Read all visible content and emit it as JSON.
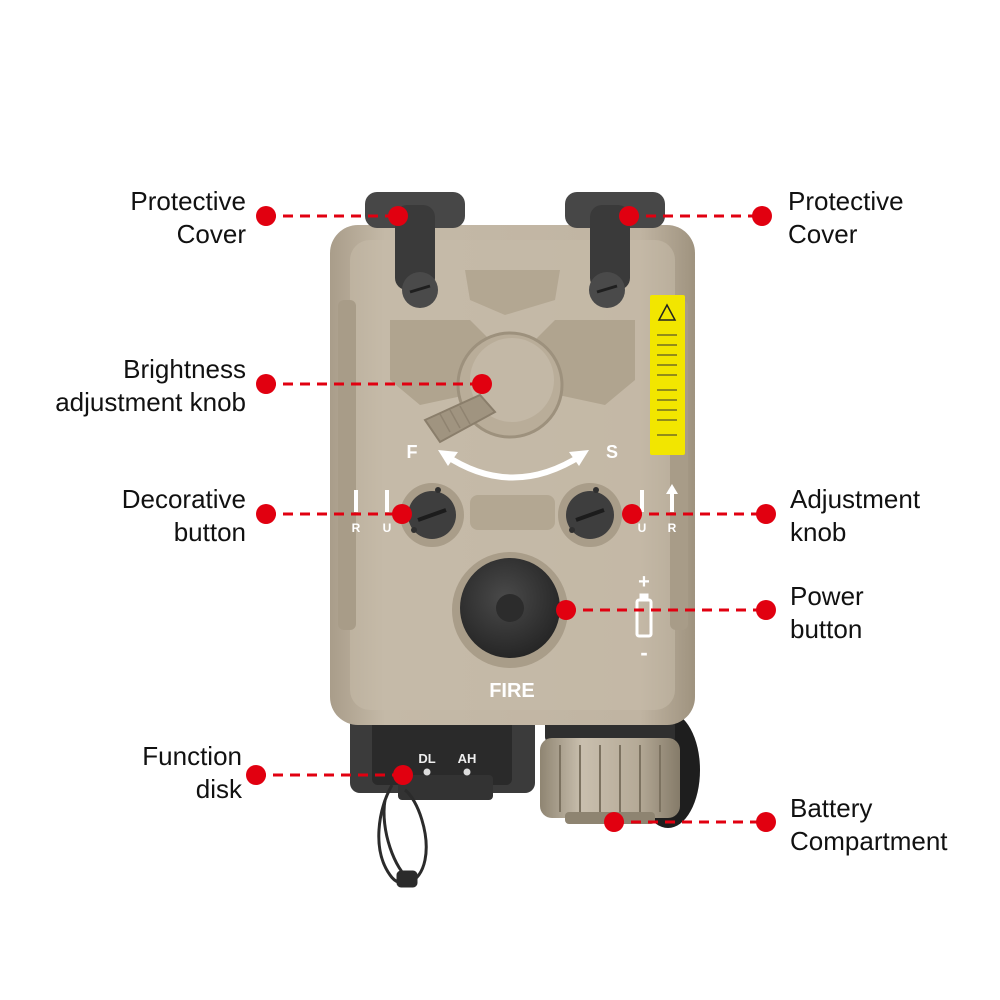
{
  "colors": {
    "accent": "#e10010",
    "device_body": "#bdb19f",
    "device_dark": "#3a3a3a",
    "background": "#ffffff"
  },
  "device": {
    "engravings": {
      "f_label": "F",
      "s_label": "S",
      "fire_label": "FIRE",
      "dl_label": "DL",
      "ah_label": "AH",
      "r_label": "R",
      "u_label": "U",
      "plus_label": "+",
      "minus_label": "-"
    },
    "icons": [
      "laser-warning-label-icon",
      "battery-icon",
      "arrow-up-icon",
      "arc-arrow-icon"
    ]
  },
  "callouts": {
    "protective_cover_left": "Protective\nCover",
    "protective_cover_right": "Protective\nCover",
    "brightness_knob": "Brightness\nadjustment knob",
    "decorative_button": "Decorative\nbutton",
    "adjustment_knob": "Adjustment\nknob",
    "power_button": "Power\nbutton",
    "function_disk": "Function\ndisk",
    "battery_compartment": "Battery\nCompartment"
  }
}
